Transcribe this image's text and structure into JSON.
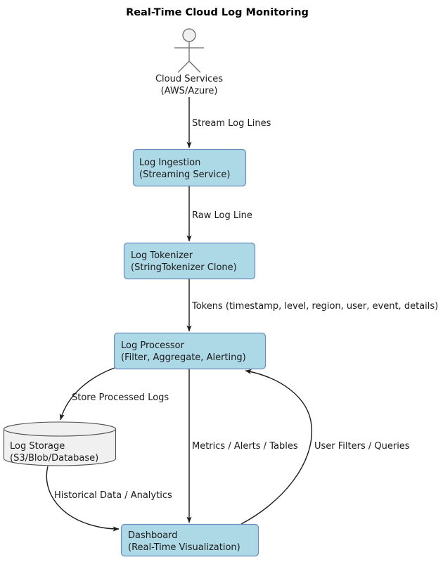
{
  "title": "Real-Time Cloud Log Monitoring",
  "actor": {
    "name": "cloud-services-actor",
    "label_line1": "Cloud Services",
    "label_line2": "(AWS/Azure)"
  },
  "nodes": [
    {
      "id": "log-ingestion",
      "line1": "Log Ingestion",
      "line2": "(Streaming Service)",
      "shape": "process"
    },
    {
      "id": "log-tokenizer",
      "line1": "Log Tokenizer",
      "line2": "(StringTokenizer Clone)",
      "shape": "process"
    },
    {
      "id": "log-processor",
      "line1": "Log Processor",
      "line2": "(Filter, Aggregate, Alerting)",
      "shape": "process"
    },
    {
      "id": "log-storage",
      "line1": "Log Storage",
      "line2": "(S3/Blob/Database)",
      "shape": "database"
    },
    {
      "id": "dashboard",
      "line1": "Dashboard",
      "line2": "(Real-Time Visualization)",
      "shape": "process"
    }
  ],
  "edges": [
    {
      "id": "stream-log-lines",
      "label": "Stream Log Lines",
      "from": "cloud-services",
      "to": "log-ingestion"
    },
    {
      "id": "raw-log-line",
      "label": "Raw Log Line",
      "from": "log-ingestion",
      "to": "log-tokenizer"
    },
    {
      "id": "tokens",
      "label": "Tokens (timestamp, level, region, user, event, details)",
      "from": "log-tokenizer",
      "to": "log-processor"
    },
    {
      "id": "store-processed-logs",
      "label": "Store Processed Logs",
      "from": "log-processor",
      "to": "log-storage"
    },
    {
      "id": "metrics-alerts-tables",
      "label": "Metrics / Alerts / Tables",
      "from": "log-processor",
      "to": "dashboard"
    },
    {
      "id": "user-filters-queries",
      "label": "User Filters / Queries",
      "from": "dashboard",
      "to": "log-processor"
    },
    {
      "id": "historical-data-analytics",
      "label": "Historical Data / Analytics",
      "from": "log-storage",
      "to": "dashboard"
    }
  ],
  "colors": {
    "process_fill": "#add8e6",
    "process_stroke": "#6c8ebf",
    "database_fill": "#f0f0f0",
    "database_stroke": "#4d4d4d",
    "edge_stroke": "#1a1a1a",
    "text": "#1a1a1a",
    "background": "#ffffff"
  }
}
